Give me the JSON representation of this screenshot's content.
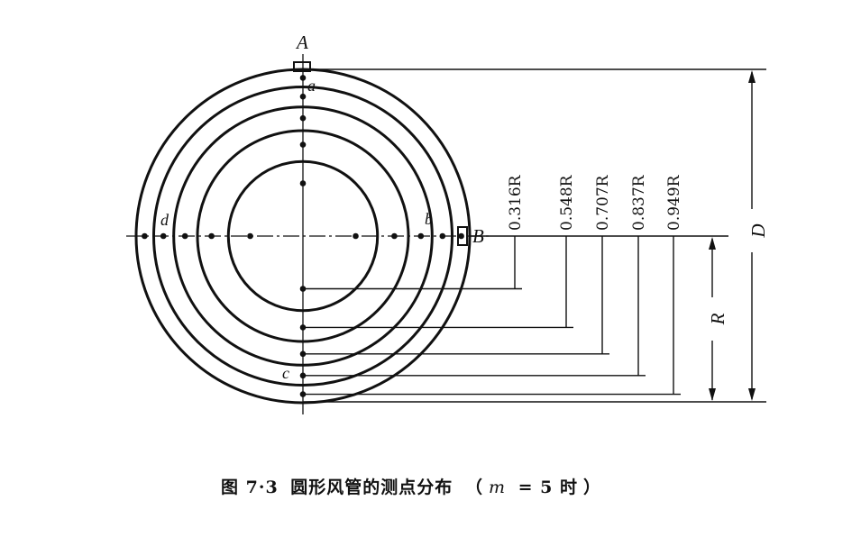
{
  "labels": {
    "a_top": "A",
    "b_right": "B",
    "small_a": "a",
    "small_b": "b",
    "small_c": "c",
    "small_d": "d",
    "radius": "R",
    "diameter": "D"
  },
  "ratios": [
    {
      "text": "0.316R",
      "value": 0.316
    },
    {
      "text": "0.548R",
      "value": 0.548
    },
    {
      "text": "0.707R",
      "value": 0.707
    },
    {
      "text": "0.837R",
      "value": 0.837
    },
    {
      "text": "0.949R",
      "value": 0.949
    }
  ],
  "caption": {
    "figure_no": "图 7·3",
    "title": "圆形风管的测点分布",
    "paren_open": "（",
    "var": "m",
    "eq": "= 5 时",
    "paren_close": "）"
  },
  "colors": {
    "ink": "#111111"
  }
}
